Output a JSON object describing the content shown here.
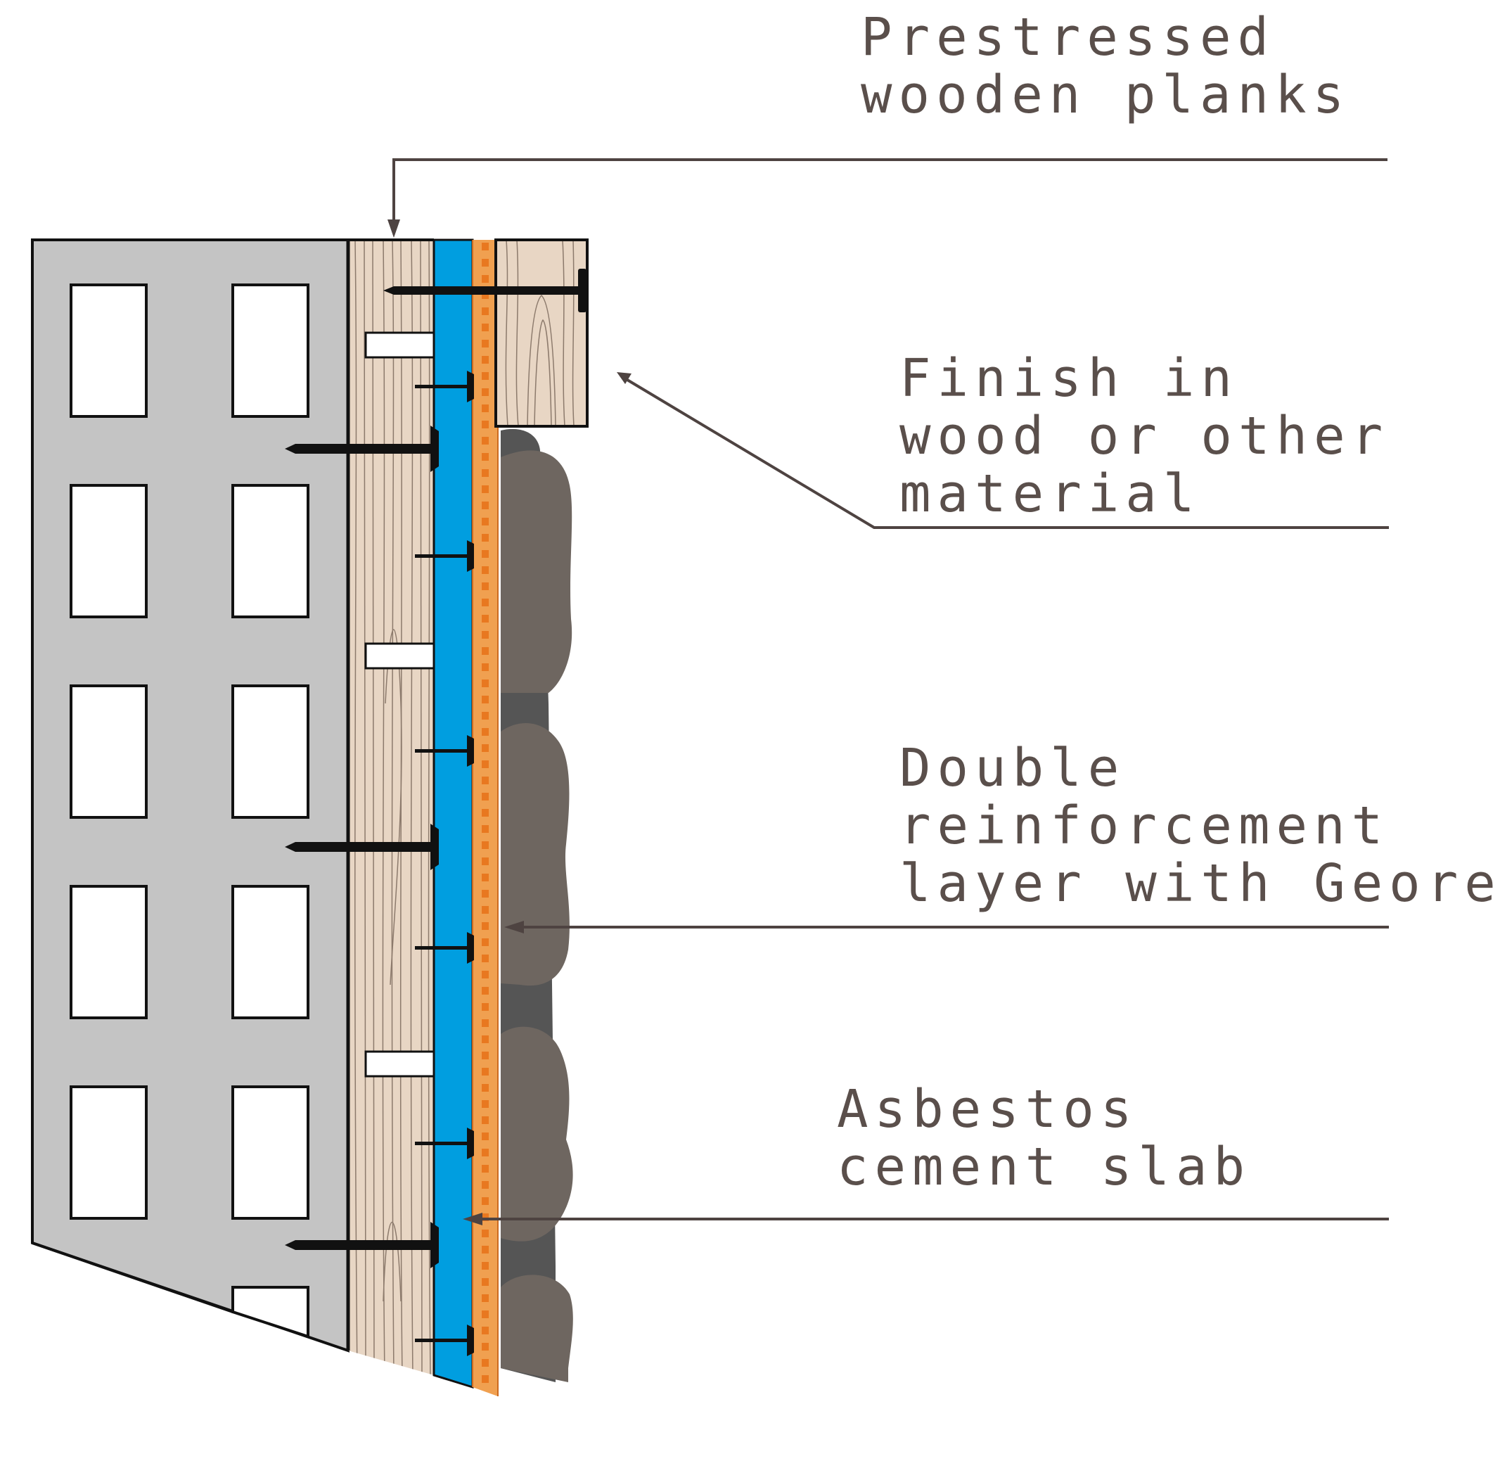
{
  "labels": {
    "prestressed_planks": [
      "Prestressed",
      "wooden planks"
    ],
    "finish": [
      "Finish in",
      "wood or other",
      "material"
    ],
    "reinforcement": [
      "Double",
      "reinforcement",
      "layer with Georete"
    ],
    "asbestos": [
      "Asbestos",
      "cement slab"
    ]
  },
  "colors": {
    "masonry": "#c4c4c4",
    "wood": "#e8d6c4",
    "wood_grain": "#8c7a6c",
    "membrane": "#009ee0",
    "reinforcement_mesh": "#f0a050",
    "reinforcement_dots": "#e87820",
    "soil_front": "#6e6660",
    "soil_back": "#555555",
    "fasteners": "#111111",
    "leader_lines": "#4e4341",
    "text": "#5a4f4b"
  }
}
